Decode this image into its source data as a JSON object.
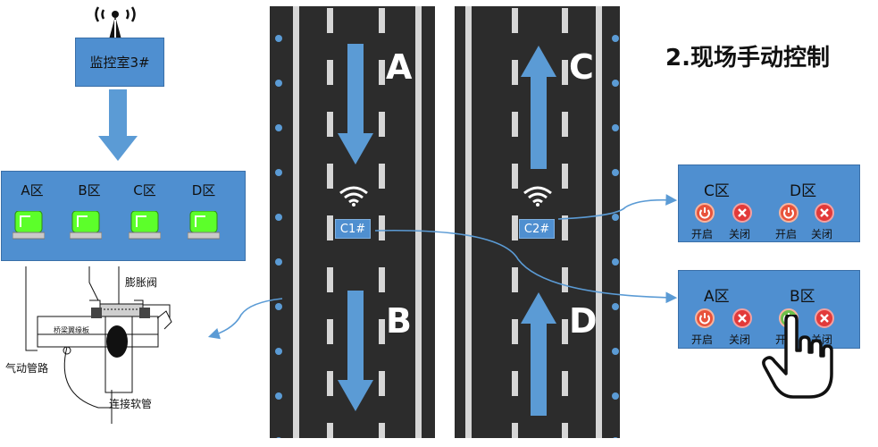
{
  "heading": "2.现场手动控制",
  "monitor": {
    "label": "监控室3#"
  },
  "zones": [
    {
      "label": "A区"
    },
    {
      "label": "B区"
    },
    {
      "label": "C区"
    },
    {
      "label": "D区"
    }
  ],
  "roads": {
    "left": {
      "lane_top": "A",
      "lane_bottom": "B",
      "controller": "C1#"
    },
    "right": {
      "lane_top": "C",
      "lane_bottom": "D",
      "controller": "C2#"
    }
  },
  "panels": {
    "cd": {
      "zone1": "C区",
      "zone2": "D区",
      "on": "开启",
      "off": "关闭"
    },
    "ab": {
      "zone1": "A区",
      "zone2": "B区",
      "on": "开启",
      "off": "关闭"
    }
  },
  "diagram": {
    "valve": "膨胀阀",
    "pipe": "气动管路",
    "hose": "连接软管",
    "plate": "桥梁翼缘板"
  },
  "colors": {
    "accent": "#4f8fd0",
    "road": "#2c2c2c",
    "lamp": "#66ff33",
    "on": "#e8503a",
    "off": "#e23a3a"
  }
}
